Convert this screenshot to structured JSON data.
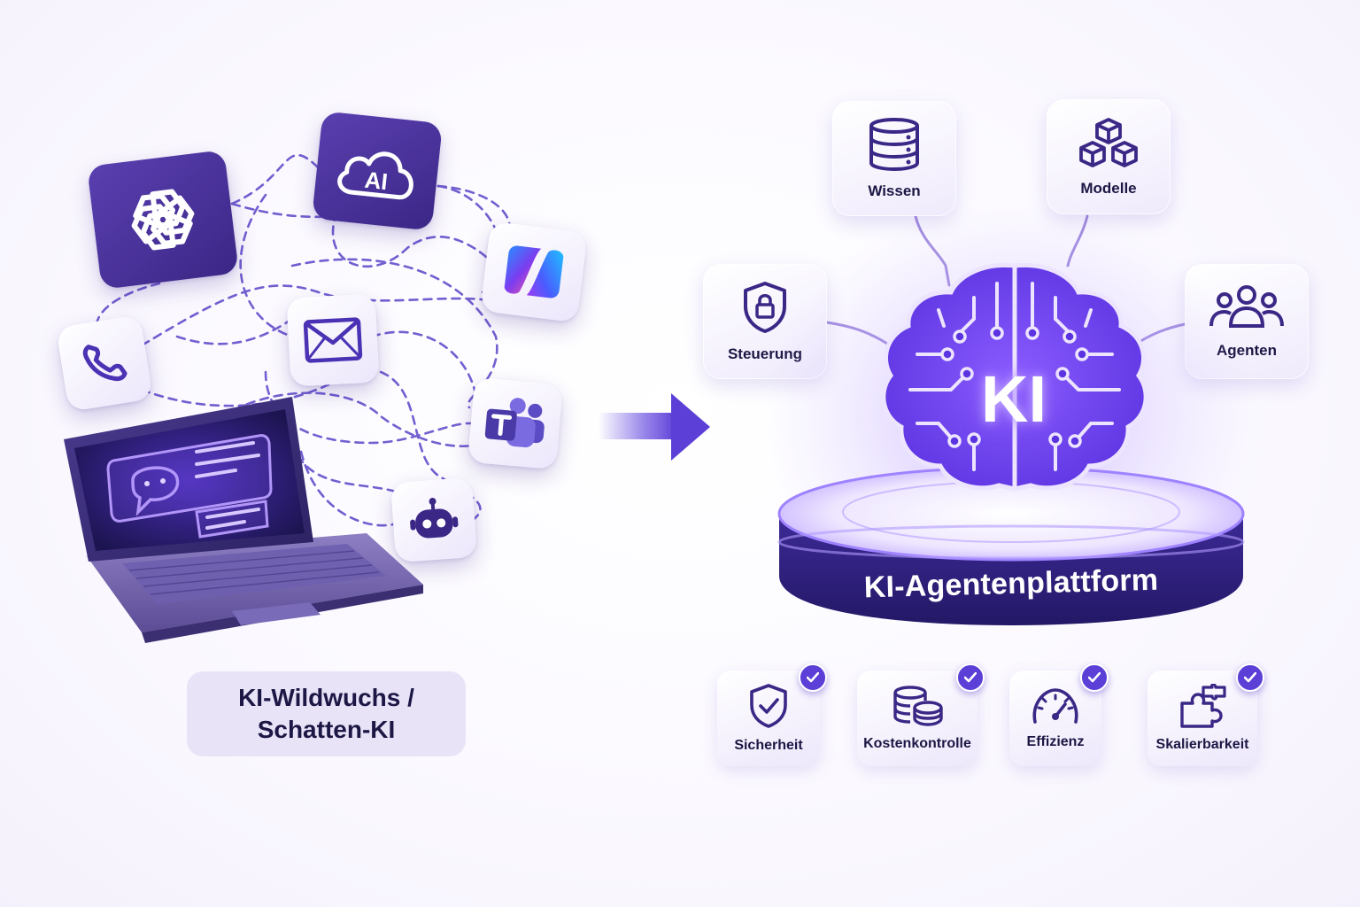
{
  "left": {
    "tiles": [
      {
        "name": "openai-icon"
      },
      {
        "name": "ai-cloud-icon",
        "text": "AI"
      },
      {
        "name": "copilot-icon"
      },
      {
        "name": "phone-icon"
      },
      {
        "name": "mail-icon"
      },
      {
        "name": "teams-icon"
      },
      {
        "name": "robot-icon"
      }
    ],
    "caption_line1": "KI-Wildwuchs /",
    "caption_line2": "Schatten-KI"
  },
  "right": {
    "cards": {
      "wissen": "Wissen",
      "modelle": "Modelle",
      "steuerung": "Steuerung",
      "agenten": "Agenten"
    },
    "core_label": "KI",
    "platform_label": "KI-Agentenplattform",
    "benefits": {
      "sicherheit": "Sicherheit",
      "kostenkontrolle": "Kostenkontrolle",
      "effizienz": "Effizienz",
      "skalierbarkeit": "Skalierbarkeit"
    }
  },
  "colors": {
    "accent": "#5b3fd6",
    "dark_tile": "#3b2786",
    "text": "#1c1744",
    "glow": "#9a6cff"
  }
}
